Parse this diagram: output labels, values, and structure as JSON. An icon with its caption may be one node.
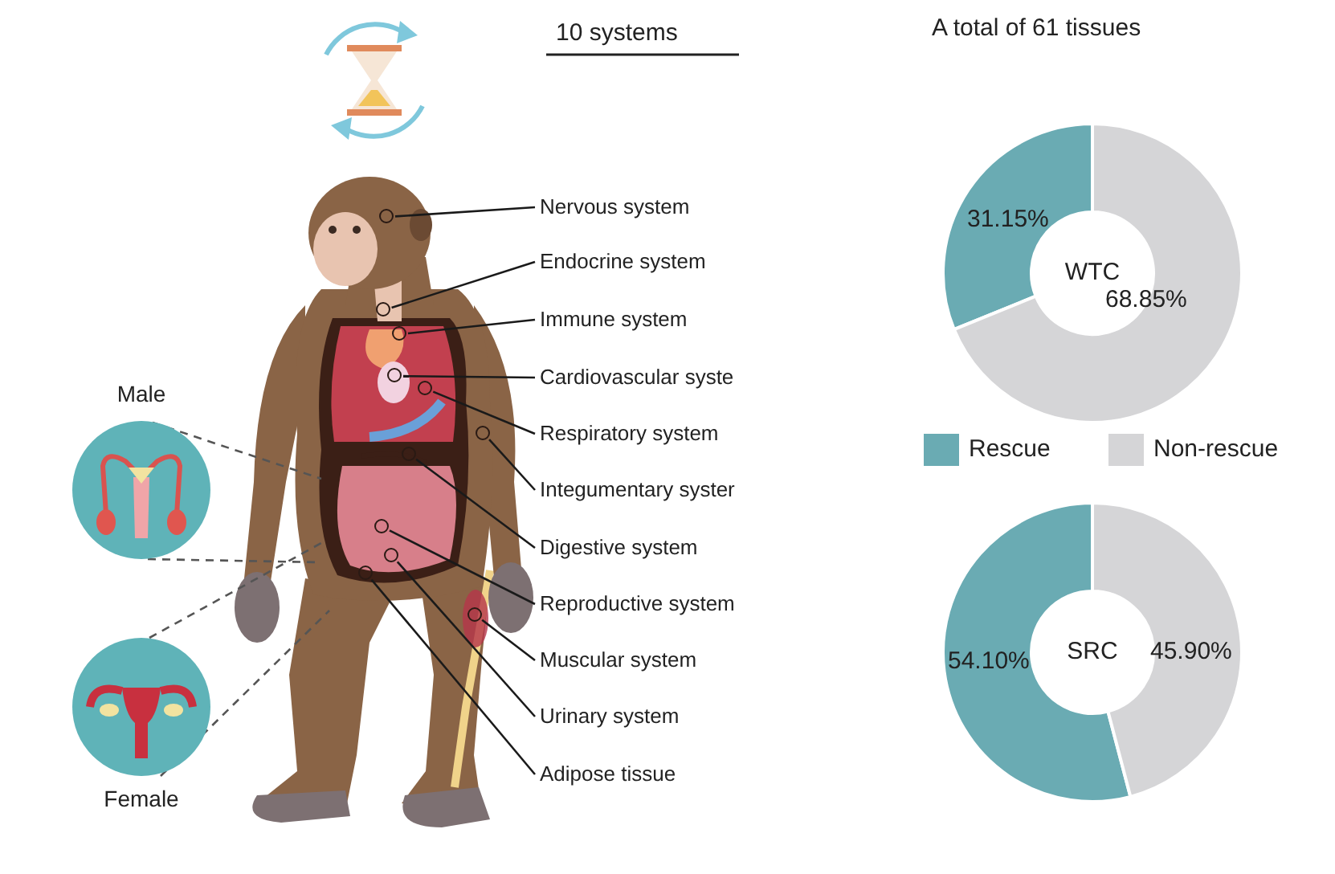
{
  "diagram": {
    "nodes": [
      {
        "text": [
          "Nervous system"
        ]
      },
      {
        "text": [
          "Endocrine system"
        ]
      },
      {
        "text": [
          "Immune system"
        ]
      },
      {
        "text": [
          "Cardiovascular syste"
        ]
      },
      {
        "text": [
          "Respiratory system"
        ]
      },
      {
        "text": [
          "Integumentary syster"
        ]
      },
      {
        "text": [
          "Digestive system"
        ]
      },
      {
        "text": [
          "Reproductive system"
        ]
      },
      {
        "text": [
          "Muscular system"
        ]
      },
      {
        "text": [
          "Urinary system"
        ]
      },
      {
        "text": [
          "Adipose tissue"
        ]
      },
      {
        "text": [],
        "shape": "circle"
      },
      {
        "text": [],
        "shape": "circle"
      },
      {
        "text": [],
        "shape": "circle"
      },
      {
        "text": [],
        "shape": "circle"
      },
      {
        "text": [],
        "shape": "circle"
      },
      {
        "text": [],
        "shape": "circle"
      },
      {
        "text": [],
        "shape": "circle"
      },
      {
        "text": [],
        "shape": "circle"
      },
      {
        "text": [],
        "shape": "circle"
      },
      {
        "text": [],
        "shape": "circle"
      },
      {
        "text": [],
        "shape": "circle"
      },
      {
        "text": [
          "Male"
        ]
      },
      {
        "text": [
          "Female"
        ]
      }
    ],
    "edges": [
      {
        "from": 0,
        "to": 11,
        "arrow": "none"
      },
      {
        "from": 1,
        "to": 12,
        "arrow": "none"
      },
      {
        "from": 2,
        "to": 13,
        "arrow": "none"
      },
      {
        "from": 3,
        "to": 14,
        "arrow": "none"
      },
      {
        "from": 4,
        "to": 15,
        "arrow": "none"
      },
      {
        "from": 5,
        "to": 16,
        "arrow": "none"
      },
      {
        "from": 6,
        "to": 17,
        "arrow": "none"
      },
      {
        "from": 7,
        "to": 18,
        "arrow": "none"
      },
      {
        "from": 8,
        "to": 19,
        "arrow": "none"
      },
      {
        "from": 9,
        "to": 20,
        "arrow": "none"
      },
      {
        "from": 10,
        "to": 21,
        "arrow": "none"
      },
      {
        "from": 22,
        "to": null,
        "arrow": "none",
        "style": "dashed"
      },
      {
        "from": 22,
        "to": null,
        "arrow": "none",
        "style": "dashed"
      },
      {
        "from": 23,
        "to": null,
        "arrow": "none",
        "style": "dashed"
      },
      {
        "from": 23,
        "to": null,
        "arrow": "none",
        "style": "dashed"
      }
    ],
    "labels": [
      "10 systems",
      "A total of 61 tissues"
    ],
    "legend": [
      {
        "text": "Rescue",
        "color": "#6aabb3"
      },
      {
        "text": "Non-rescue",
        "color": "#d5d5d7"
      }
    ],
    "chart_data": [
      {
        "type": "donut",
        "title": "WTC",
        "series": [
          {
            "values": [
              31.15,
              68.85
            ]
          }
        ],
        "value_labels": [
          "31.15%",
          "68.85%"
        ]
      },
      {
        "type": "donut",
        "title": "SRC",
        "series": [
          {
            "values": [
              54.1,
              45.9
            ]
          }
        ],
        "value_labels": [
          "54.10%",
          "45.90%"
        ]
      }
    ]
  }
}
